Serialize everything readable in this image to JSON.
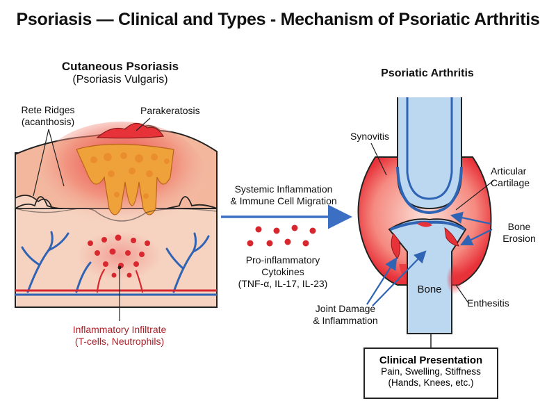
{
  "title": "Psoriasis — Clinical and Types - Mechanism of Psoriatic Arthritis",
  "skin": {
    "heading": "Cutaneous Psoriasis",
    "subheading": "(Psoriasis Vulgaris)",
    "label_rete_line1": "Rete Ridges",
    "label_rete_line2": "(acanthosis)",
    "label_parakeratosis": "Parakeratosis",
    "label_infiltrate_line1": "Inflammatory Infiltrate",
    "label_infiltrate_line2": "(T-cells, Neutrophils)"
  },
  "middle": {
    "arrow_label_line1": "Systemic Inflammation",
    "arrow_label_line2": "& Immune Cell Migration",
    "cytokines_line1": "Pro-inflammatory",
    "cytokines_line2": "Cytokines",
    "cytokines_line3": "(TNF-α, IL-17, IL-23)"
  },
  "joint": {
    "heading": "Psoriatic Arthritis",
    "label_synovitis": "Synovitis",
    "label_cartilage_line1": "Articular",
    "label_cartilage_line2": "Cartilage",
    "label_erosion_line1": "Bone",
    "label_erosion_line2": "Erosion",
    "label_bone": "Bone",
    "label_enthesitis": "Enthesitis",
    "label_damage_line1": "Joint Damage",
    "label_damage_line2": "& Inflammation"
  },
  "clinical": {
    "title": "Clinical Presentation",
    "line1": "Pain, Swelling, Stiffness",
    "line2": "(Hands, Knees, etc.)"
  },
  "colors": {
    "skin": "#f6d2c0",
    "inflammation": "#e8323a",
    "epidermis_core": "#f0a23a",
    "vessel_blue": "#2f63b3",
    "bone_blue": "#bcd7f0",
    "arrow_blue": "#3b6fc4",
    "infiltrate_text": "#a8222a"
  }
}
